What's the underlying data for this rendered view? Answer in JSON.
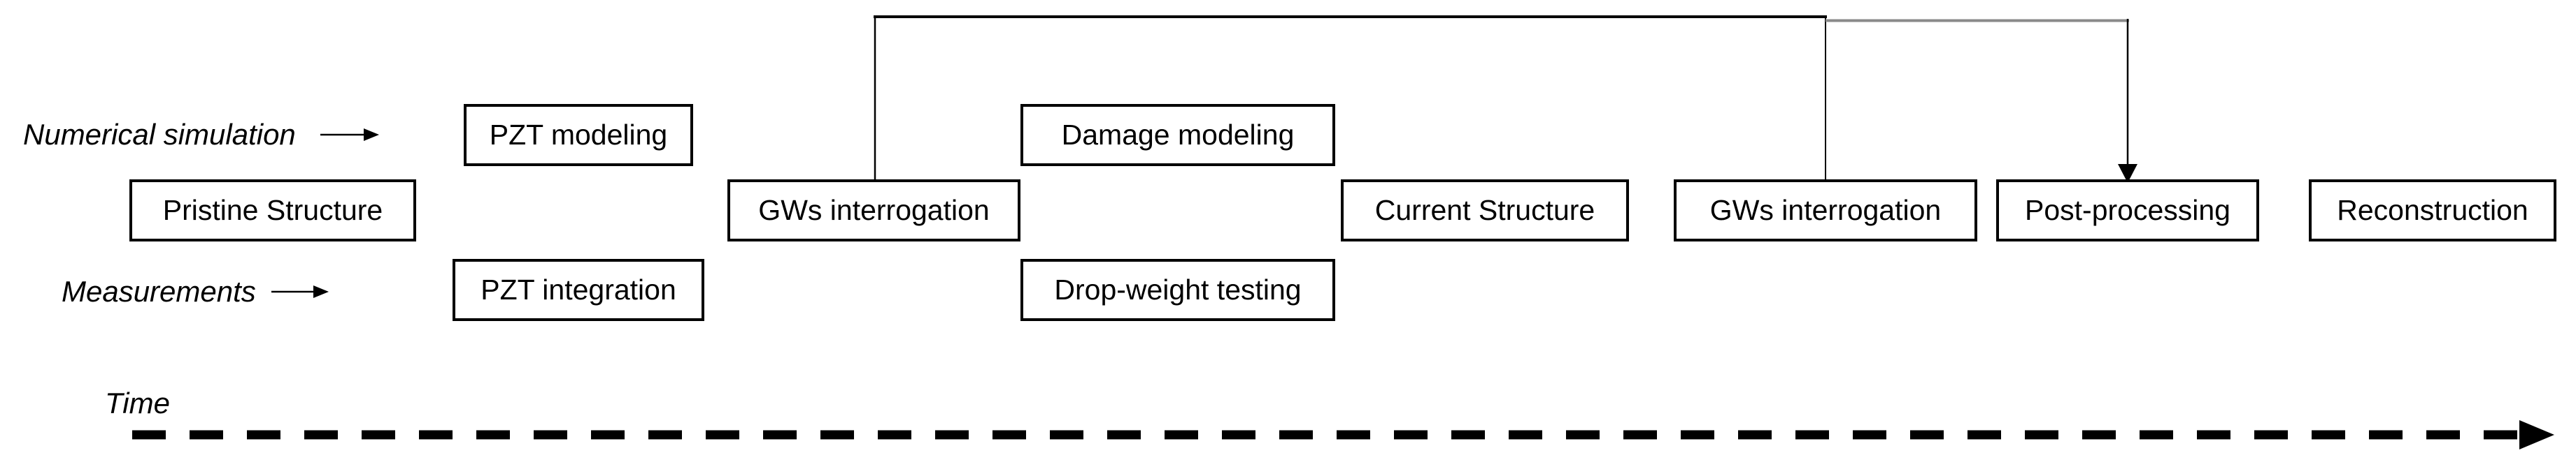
{
  "diagram": {
    "lanes": {
      "numerical_simulation_label": "Numerical simulation",
      "measurements_label": "Measurements",
      "time_label": "Time"
    },
    "boxes": [
      {
        "id": "pristine-structure",
        "label": "Pristine Structure",
        "lane": "structure"
      },
      {
        "id": "pzt-modeling",
        "label": "PZT modeling",
        "lane": "numerical-simulation"
      },
      {
        "id": "pzt-integration",
        "label": "PZT integration",
        "lane": "measurements"
      },
      {
        "id": "gws-interrogation-1",
        "label": "GWs interrogation",
        "lane": "structure"
      },
      {
        "id": "damage-modeling",
        "label": "Damage modeling",
        "lane": "numerical-simulation"
      },
      {
        "id": "drop-weight-testing",
        "label": "Drop-weight testing",
        "lane": "measurements"
      },
      {
        "id": "current-structure",
        "label": "Current Structure",
        "lane": "structure"
      },
      {
        "id": "gws-interrogation-2",
        "label": "GWs interrogation",
        "lane": "structure"
      },
      {
        "id": "post-processing",
        "label": "Post-processing",
        "lane": "structure"
      },
      {
        "id": "reconstruction",
        "label": "Reconstruction",
        "lane": "structure"
      }
    ],
    "connectors": {
      "baseline_comparison": "GWs interrogation (pristine) and GWs interrogation (current) feed Post-processing",
      "arrow_target": "Post-processing"
    },
    "colors": {
      "line": "#000000",
      "secondary_line": "#8a8a8a",
      "text": "#000000",
      "box_border": "#000000",
      "background": "#ffffff"
    }
  }
}
